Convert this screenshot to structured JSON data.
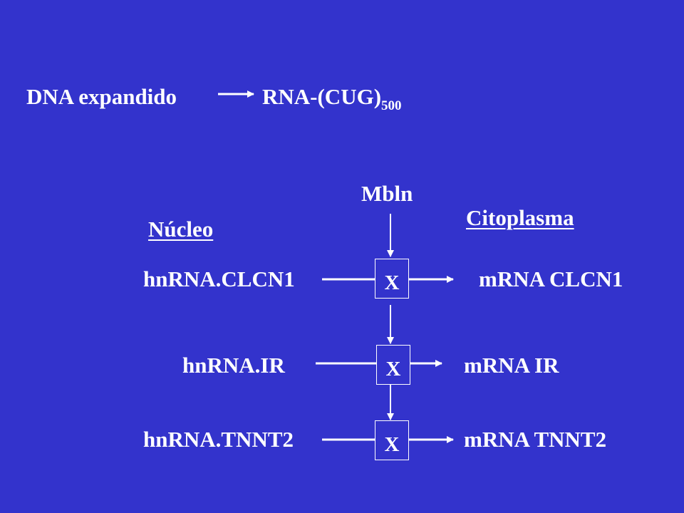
{
  "top_row": {
    "source": "DNA expandido",
    "target_prefix": "RNA-(CUG)",
    "target_subscript": "500"
  },
  "labels": {
    "mbln": "Mbln",
    "nucleus": "Núcleo",
    "cytoplasm": "Citoplasma"
  },
  "rows": [
    {
      "left": "hnRNA.CLCN1",
      "block": "X",
      "right": "mRNA CLCN1"
    },
    {
      "left": "hnRNA.IR",
      "block": "X",
      "right": "mRNA IR"
    },
    {
      "left": "hnRNA.TNNT2",
      "block": "X",
      "right": "mRNA TNNT2"
    }
  ],
  "colors": {
    "background": "#3333cc",
    "foreground": "#ffffff"
  }
}
